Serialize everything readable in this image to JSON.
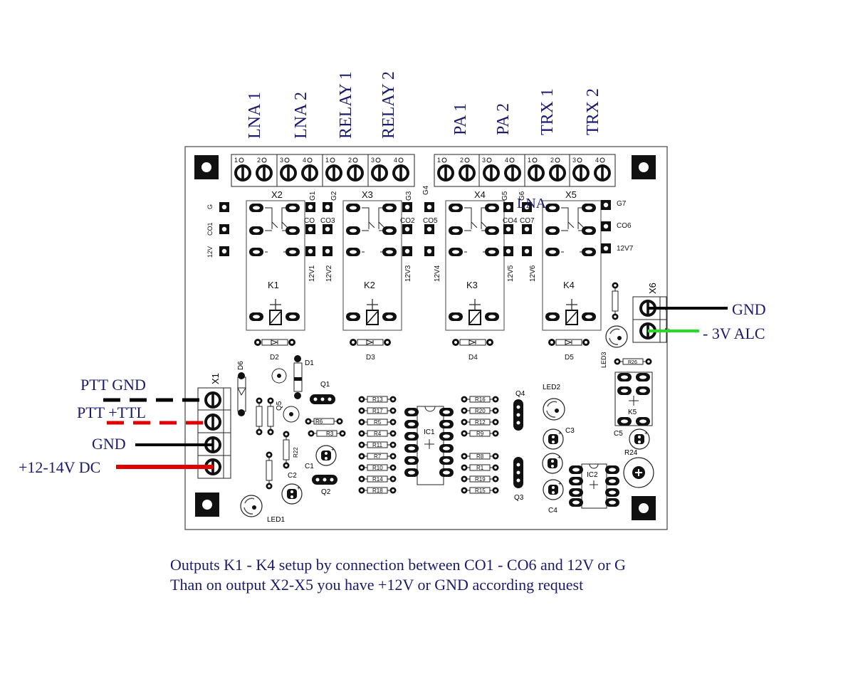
{
  "top_labels": [
    "LNA 1",
    "LNA 2",
    "RELAY 1",
    "RELAY 2",
    "PA 1",
    "PA 2",
    "TRX 1",
    "TRX 2"
  ],
  "terminal_pin_numbers": [
    "1",
    "2",
    "3",
    "4"
  ],
  "connectors": {
    "x1": "X1",
    "x2": "X2",
    "x3": "X3",
    "x4": "X4",
    "x5": "X5",
    "x6": "X6"
  },
  "left_pads": [
    "G",
    "CO1",
    "12V"
  ],
  "top_pads": {
    "g1": "G1",
    "g2": "G2",
    "g3": "G3",
    "g4": "G4",
    "g5": "G5",
    "g6": "G6"
  },
  "co_pads": {
    "co": "CO",
    "co3": "CO3",
    "co2": "CO2",
    "co5": "CO5",
    "co4": "CO4",
    "co7": "CO7"
  },
  "v_pads": {
    "v1": "12V1",
    "v2": "12V2",
    "v3": "12V3",
    "v4": "12V4",
    "v5": "12V5",
    "v6": "12V6"
  },
  "right_pads": {
    "g7": "G7",
    "co6": "CO6",
    "v7": "12V7"
  },
  "overlay_text": "LNA",
  "relays": [
    "K1",
    "K2",
    "K3",
    "K4",
    "K5"
  ],
  "diodes": {
    "d1": "D1",
    "d2": "D2",
    "d3": "D3",
    "d4": "D4",
    "d5": "D5",
    "d6": "D6"
  },
  "transistors": {
    "q1": "Q1",
    "q2": "Q2",
    "q3": "Q3",
    "q4": "Q4",
    "q5": "Q5"
  },
  "capacitors": {
    "c1": "C1",
    "c2": "C2",
    "c3": "C3",
    "c4": "C4",
    "c5": "C5"
  },
  "leds": {
    "led1": "LED1",
    "led2": "LED2",
    "led3": "LED3"
  },
  "ics": {
    "ic1": "IC1",
    "ic2": "IC2"
  },
  "resistors": {
    "r22": "R22",
    "r24": "R24",
    "r26": "R26",
    "r6": "R6",
    "r3": "R3",
    "col_a": [
      "R13",
      "R17",
      "R5",
      "R4",
      "R11",
      "R7",
      "R10",
      "R14",
      "R18"
    ],
    "col_b": [
      "R16",
      "R20",
      "R12",
      "R9",
      "R8",
      "R1",
      "R19",
      "R15"
    ]
  },
  "x6_wires": {
    "gnd": "GND",
    "alc": "- 3V ALC"
  },
  "x1_wires": {
    "ptt_gnd": "PTT GND",
    "ptt_ttl": "PTT +TTL",
    "gnd": "GND",
    "power": "+12-14V DC"
  },
  "notes": [
    "Outputs K1 - K4 setup by connection between CO1 - CO6 and 12V or G",
    "Than on output X2-X5 you have +12V or GND according request"
  ],
  "colors": {
    "label": "#1a1a6e",
    "black_wire": "#000000",
    "red_wire": "#e00000",
    "green_wire": "#22dd22",
    "board_line": "#333333"
  }
}
